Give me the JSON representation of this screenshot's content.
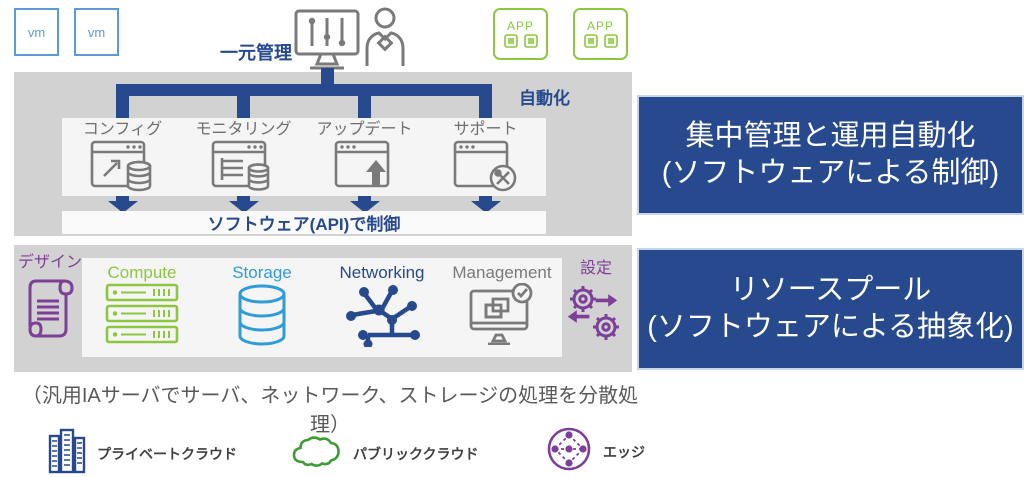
{
  "colors": {
    "accent_navy": "#27498e",
    "panel_gray": "#d2d2d2",
    "inner_light": "#f5f5f5",
    "vm_blue": "#5b9bd5",
    "app_green": "#8dc63f",
    "storage_blue": "#2f9cd8",
    "management_gray": "#7a7a7a",
    "purple": "#7d3f98",
    "cloud_green": "#3f9c35"
  },
  "top_row": {
    "vm_boxes": [
      {
        "label": "vm"
      },
      {
        "label": "vm"
      }
    ],
    "central_management_label": "一元管理",
    "app_boxes": [
      {
        "label": "APP"
      },
      {
        "label": "APP"
      }
    ]
  },
  "automation_layer": {
    "automation_label": "自動化",
    "items": [
      {
        "label": "コンフィグ",
        "icon": "window-config-icon"
      },
      {
        "label": "モニタリング",
        "icon": "window-monitoring-icon"
      },
      {
        "label": "アップデート",
        "icon": "window-update-icon"
      },
      {
        "label": "サポート",
        "icon": "window-support-icon"
      }
    ],
    "api_bar_label": "ソフトウェア(API)で制御"
  },
  "resource_layer": {
    "design_label": "デザイン",
    "items": [
      {
        "label": "Compute",
        "color": "#8dc63f",
        "icon": "servers-icon"
      },
      {
        "label": "Storage",
        "color": "#2f9cd8",
        "icon": "database-icon"
      },
      {
        "label": "Networking",
        "color": "#27498e",
        "icon": "network-graph-icon"
      },
      {
        "label": "Management",
        "color": "#7a7a7a",
        "icon": "monitor-check-icon"
      }
    ],
    "settings_label": "設定"
  },
  "callouts": [
    {
      "line1": "集中管理と運用自動化",
      "line2": "(ソフトウェアによる制御)"
    },
    {
      "line1": "リソースプール",
      "line2": "(ソフトウェアによる抽象化)"
    }
  ],
  "caption": "（汎用IAサーバでサーバ、ネットワーク、ストレージの処理を分散処理）",
  "legend": [
    {
      "label": "プライベートクラウド",
      "icon": "buildings-icon"
    },
    {
      "label": "パブリッククラウド",
      "icon": "cloud-icon"
    },
    {
      "label": "エッジ",
      "icon": "edge-network-icon"
    }
  ]
}
